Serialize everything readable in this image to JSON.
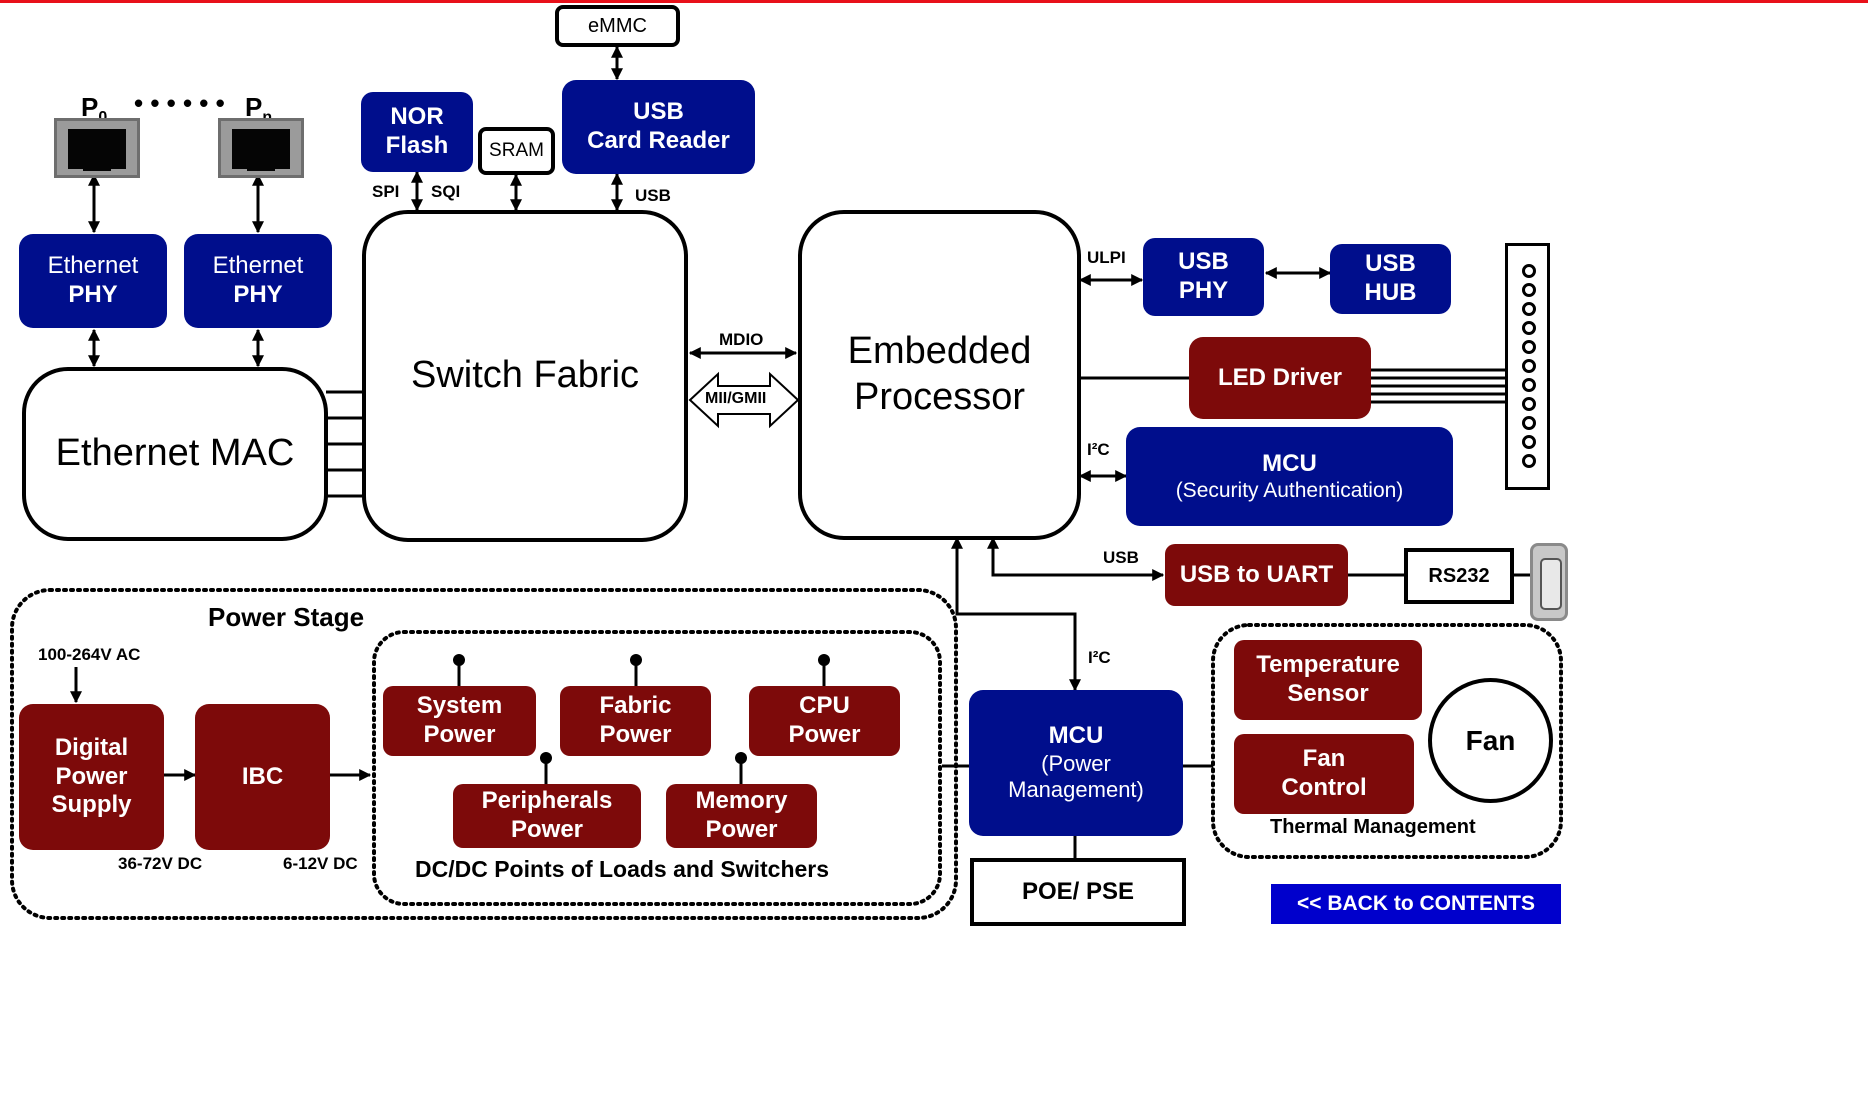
{
  "ports": {
    "p0": "P",
    "p0_sub": "0",
    "dots": "• • • • • •",
    "pn": "P",
    "pn_sub": "n"
  },
  "blocks": {
    "emmc": "eMMC",
    "nor_flash": [
      "NOR",
      "Flash"
    ],
    "sram": "SRAM",
    "usb_card_reader": [
      "USB",
      "Card Reader"
    ],
    "ethernet_phy_1": [
      "Ethernet",
      "PHY"
    ],
    "ethernet_phy_2": [
      "Ethernet",
      "PHY"
    ],
    "ethernet_mac": "Ethernet MAC",
    "switch_fabric": "Switch Fabric",
    "embedded_processor": [
      "Embedded",
      "Processor"
    ],
    "usb_phy": [
      "USB",
      "PHY"
    ],
    "usb_hub": [
      "USB",
      "HUB"
    ],
    "led_driver": "LED Driver",
    "mcu_security": [
      "MCU",
      "(Security Authentication)"
    ],
    "usb_to_uart": "USB to UART",
    "rs232": "RS232",
    "mcu_power": [
      "MCU",
      "(Power",
      "Management)"
    ],
    "poe_pse": "POE/ PSE",
    "digital_power_supply": [
      "Digital",
      "Power",
      "Supply"
    ],
    "ibc": "IBC",
    "system_power": [
      "System",
      "Power"
    ],
    "fabric_power": [
      "Fabric",
      "Power"
    ],
    "cpu_power": [
      "CPU",
      "Power"
    ],
    "peripherals_power": [
      "Peripherals",
      "Power"
    ],
    "memory_power": [
      "Memory",
      "Power"
    ],
    "temperature_sensor": [
      "Temperature",
      "Sensor"
    ],
    "fan_control": [
      "Fan",
      "Control"
    ],
    "fan": "Fan"
  },
  "labels": {
    "spi": "SPI",
    "sqi": "SQI",
    "usb_card": "USB",
    "mdio": "MDIO",
    "mii_gmii": "MII/GMII",
    "ulpi": "ULPI",
    "i2c_sec": "I²C",
    "usb_uart": "USB",
    "i2c_power": "I²C",
    "power_stage": "Power Stage",
    "ac_input": "100-264V AC",
    "dc_36_72": "36-72V DC",
    "dc_6_12": "6-12V DC",
    "dcdc_title": "DC/DC Points of Loads and Switchers",
    "thermal_management": "Thermal Management"
  },
  "nav": {
    "back_to_contents": "<< BACK to CONTENTS"
  },
  "colors": {
    "blue_block": "#000e8c",
    "red_block": "#7d0a0a",
    "accent_bar": "#e8101a",
    "back_button": "#0000cc"
  }
}
